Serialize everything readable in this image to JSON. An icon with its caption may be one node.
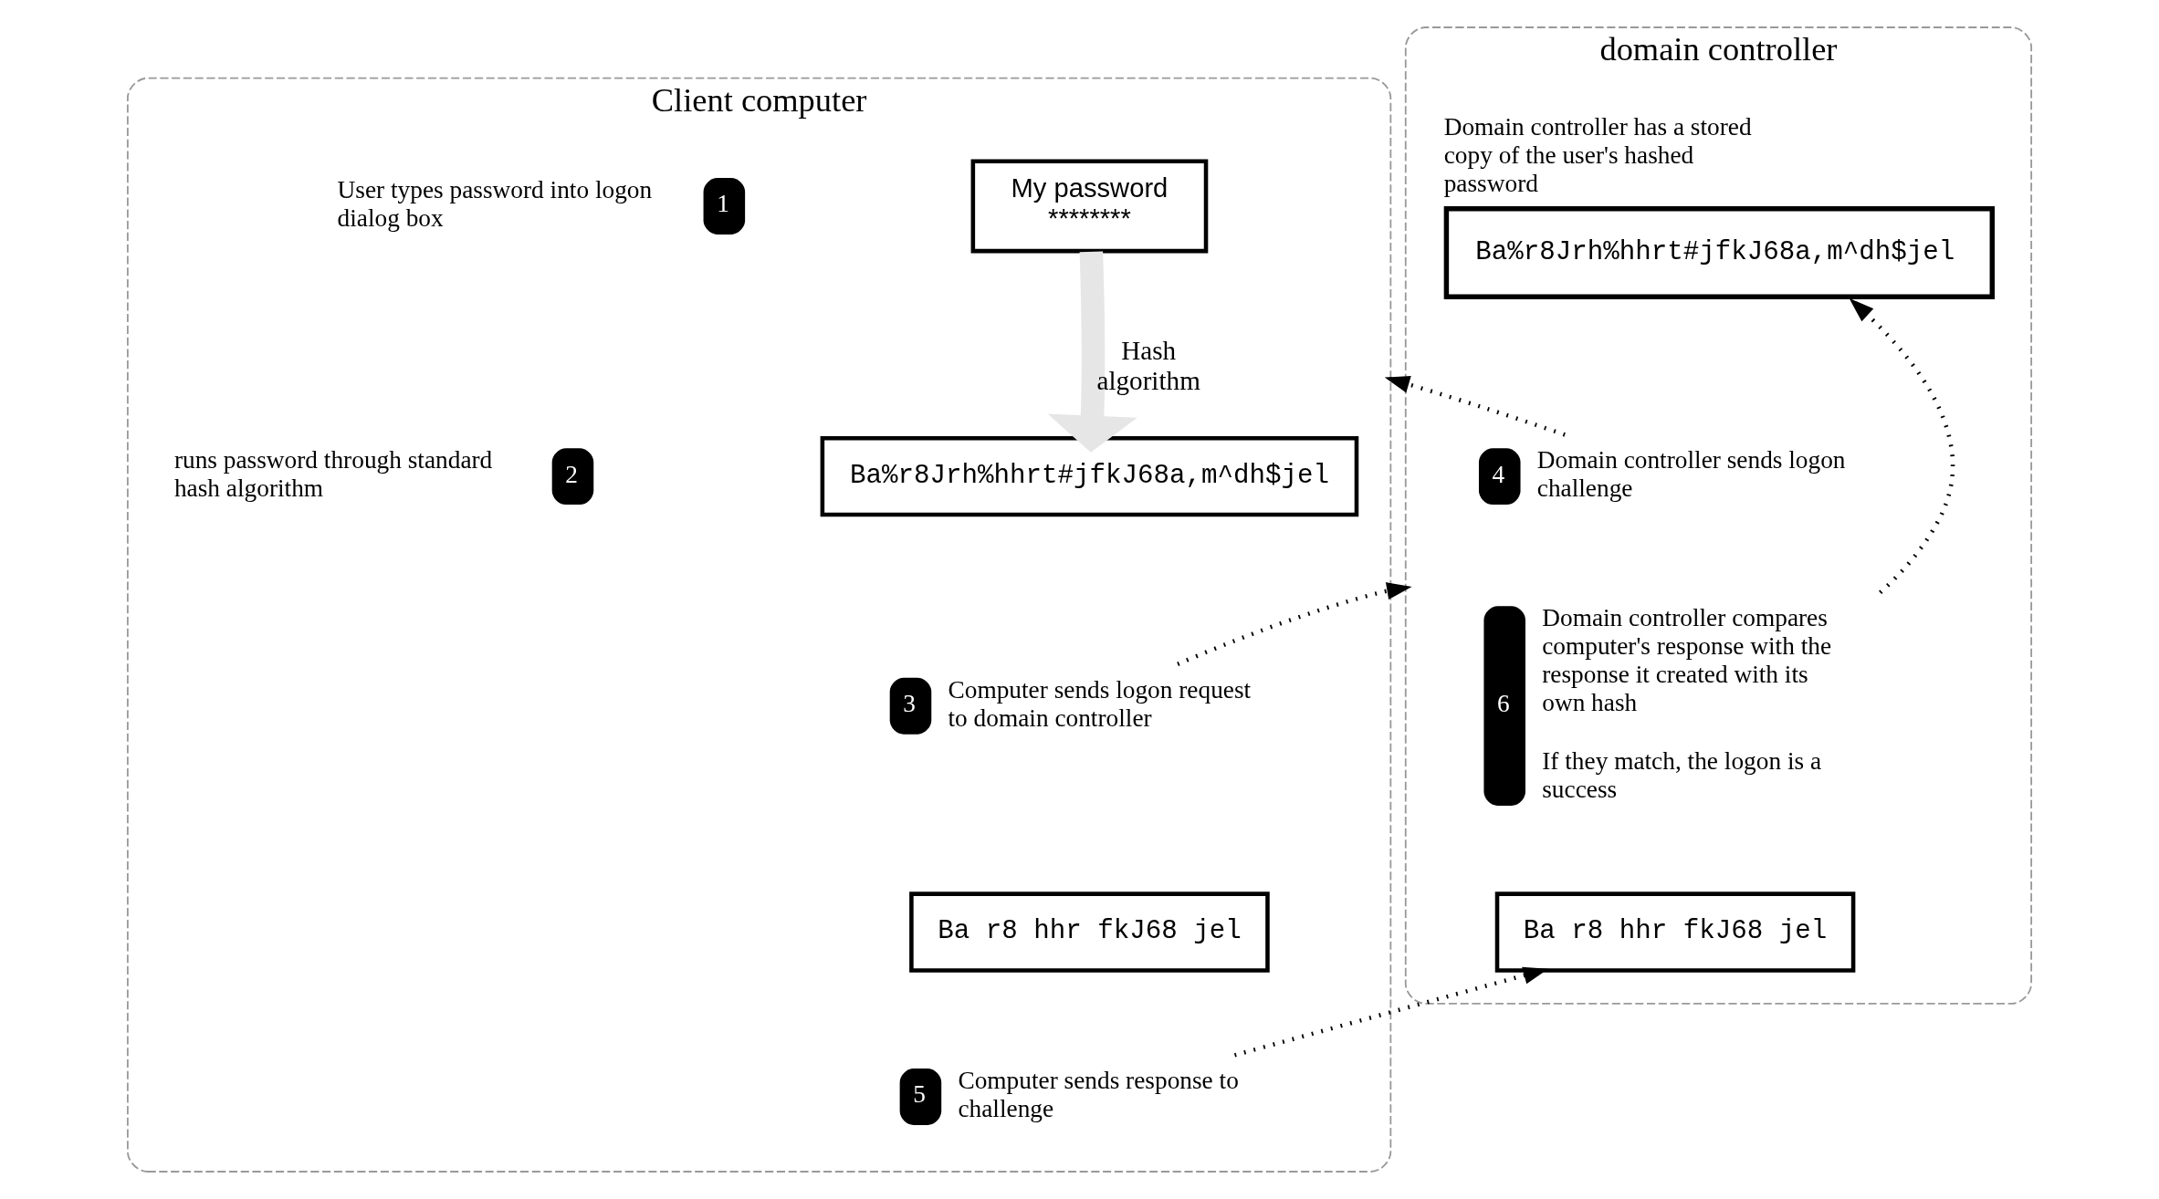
{
  "diagram": {
    "nodes": [
      {
        "text": [
          "Client computer"
        ]
      },
      {
        "text": [
          "domain controller"
        ]
      },
      {
        "text": [
          "1"
        ],
        "in": 0,
        "beside": [
          "User types password into logon dialog box"
        ]
      },
      {
        "text": [
          "My password",
          "********"
        ],
        "in": 0
      },
      {
        "text": [
          "Ba%r8Jrh%hhrt#jfkJ68a,m^dh$jel"
        ],
        "in": 1,
        "beside": [
          "Domain controller has a stored copy of the user's hashed password"
        ]
      },
      {
        "text": [
          "2"
        ],
        "in": 0,
        "beside": [
          "runs password through standard hash algorithm"
        ]
      },
      {
        "text": [
          "Ba%r8Jrh%hhrt#jfkJ68a,m^dh$jel"
        ],
        "in": 0
      },
      {
        "text": [
          "3"
        ],
        "in": 0,
        "beside": [
          "Computer sends logon request to domain controller"
        ]
      },
      {
        "text": [
          "4"
        ],
        "in": 1,
        "beside": [
          "Domain controller sends logon challenge"
        ]
      },
      {
        "text": [
          "Ba r8 hhr fkJ68 jel"
        ],
        "in": 0
      },
      {
        "text": [
          "5"
        ],
        "in": 0,
        "beside": [
          "Computer sends response to challenge"
        ]
      },
      {
        "text": [
          "6"
        ],
        "in": 1,
        "beside": [
          "Domain controller compares computer's response with the response it created with its own hash",
          "If they match, the logon is a success"
        ]
      },
      {
        "text": [
          "Ba r8 hhr fkJ68 jel"
        ],
        "in": 1
      }
    ],
    "edges": [
      {
        "from": 3,
        "to": 6,
        "arrow": "to",
        "label": "Hash algorithm",
        "style": "thick",
        "color": "#e6e6e6"
      },
      {
        "from": 7,
        "to": 1,
        "arrow": "to",
        "style": "dashed"
      },
      {
        "from": 8,
        "to": 0,
        "arrow": "to",
        "style": "dashed"
      },
      {
        "from": 10,
        "to": 12,
        "arrow": "to",
        "style": "dashed"
      },
      {
        "from": 11,
        "to": 4,
        "arrow": "to",
        "style": "dashed"
      }
    ]
  }
}
